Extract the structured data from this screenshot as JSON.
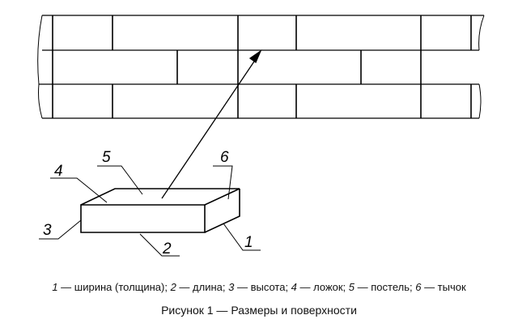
{
  "labels": {
    "l1": "1",
    "l2": "2",
    "l3": "3",
    "l4": "4",
    "l5": "5",
    "l6": "6"
  },
  "legend": [
    {
      "num": "1",
      "text": " — ширина (толщина); "
    },
    {
      "num": "2",
      "text": " — длина; "
    },
    {
      "num": "3",
      "text": " — высота; "
    },
    {
      "num": "4",
      "text": " — ложок; "
    },
    {
      "num": "5",
      "text": " — постель; "
    },
    {
      "num": "6",
      "text": " — тычок"
    }
  ],
  "title": "Рисунок 1 — Размеры и поверхности"
}
